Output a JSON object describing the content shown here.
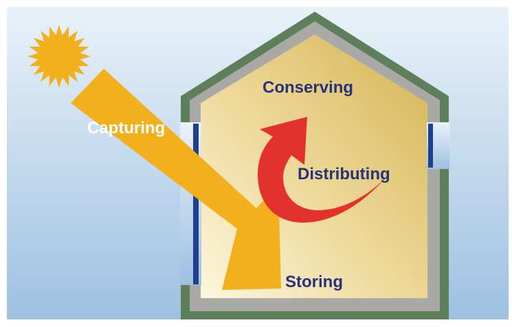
{
  "diagram": {
    "labels": {
      "capturing": "Capturing",
      "conserving": "Conserving",
      "distributing": "Distributing",
      "storing": "Storing"
    },
    "colors": {
      "sky_top": "#e9f2f9",
      "sky_bottom": "#9ec0e0",
      "sun": "#f2b01c",
      "arrow": "#f2b01c",
      "house_outer": "#5e7f5c",
      "house_inner": "#a9aaa6",
      "interior_light": "#f7efc7",
      "interior_dark": "#d6b655",
      "window": "#1f3f8f",
      "curl_arrow": "#e3322e",
      "label_dark": "#28327a",
      "label_light": "#ffffff"
    }
  }
}
